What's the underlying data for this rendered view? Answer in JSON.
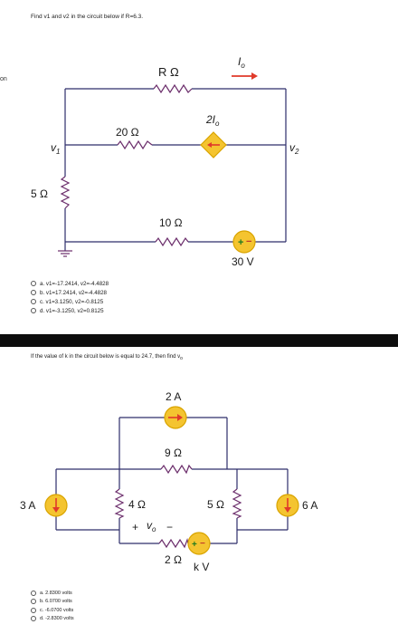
{
  "edge_text": "on",
  "q1": {
    "prompt": "Find v1 and v2 in the circuit below if R=6.3.",
    "labels": {
      "R": "R Ω",
      "Io": "I",
      "Io_sub": "o",
      "r20": "20 Ω",
      "dep": "2I",
      "dep_sub": "o",
      "v1": "v",
      "v1_sub": "1",
      "v2": "v",
      "v2_sub": "2",
      "r5": "5 Ω",
      "r10": "10 Ω",
      "vs": "30 V",
      "plus": "+",
      "minus": "−"
    },
    "options": [
      "a. v1=-17.2414, v2=-4.4828",
      "b. v1=17.2414, v2=-4.4828",
      "c. v1=3.1250, v2=-0.8125",
      "d. v1=-3.1250, v2=0.8125"
    ]
  },
  "q2": {
    "prompt": "If the value of k in the circuit below is equal to 24.7, then find v",
    "prompt_sub": "o",
    "labels": {
      "i2": "2 A",
      "r9": "9 Ω",
      "i3": "3 A",
      "r4": "4 Ω",
      "r5": "5 Ω",
      "i6": "6 A",
      "vo": "v",
      "vo_sub": "o",
      "plus": "+",
      "minus": "−",
      "r2": "2 Ω",
      "kV": "k V"
    },
    "options": [
      "a. 2.8300 volts",
      "b. 6.0700 volts",
      "c. -6.0700 volts",
      "d. -2.8300 volts"
    ]
  },
  "colors": {
    "wire": "#2d2d6b",
    "resistor": "#6b2d6b",
    "source_fill": "#f4c430",
    "source_stroke": "#d9a400",
    "arrow": "#e03a2a",
    "divider": "#0d0d0d"
  }
}
